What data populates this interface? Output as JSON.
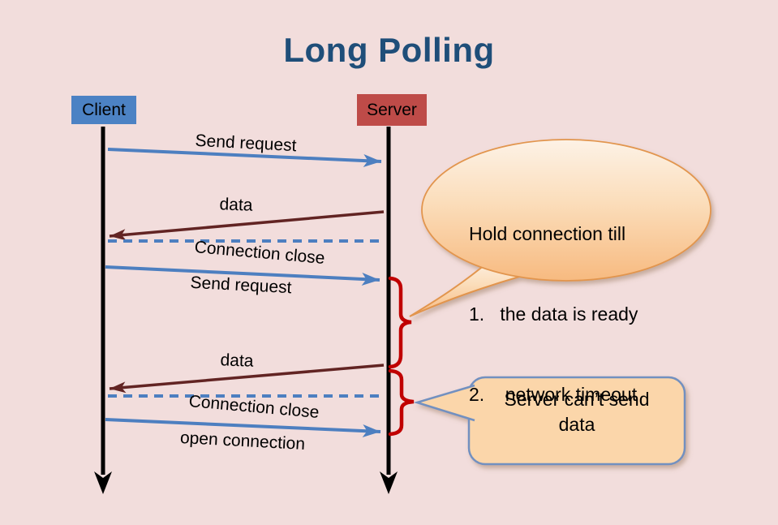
{
  "title": "Long Polling",
  "colors": {
    "background": "#F2DDDC",
    "title_text": "#1F4E79",
    "client_box": "#4C82C4",
    "server_box": "#BE4B48",
    "blue_arrow": "#4D7FC0",
    "dark_red_arrow": "#622423",
    "dashed_line": "#4D7FC0",
    "lifeline": "#000000",
    "brace": "#C00000",
    "callout_warm_top": "#FDF2E6",
    "callout_warm_bottom": "#F7BA80",
    "callout_warm_border": "#E2954E",
    "callout2_fill": "#FBD6AA",
    "callout2_border": "#7290C0",
    "label_text": "#000000"
  },
  "actors": {
    "client": "Client",
    "server": "Server"
  },
  "messages": {
    "send_request_1": "Send request",
    "data_1": "data",
    "connection_close_1": "Connection close",
    "send_request_2": "Send request",
    "data_2": "data",
    "connection_close_2": "Connection close",
    "open_connection": "open connection"
  },
  "callouts": {
    "hold_connection": {
      "line1": "Hold connection till",
      "line2": "1.   the data is ready",
      "line3": "2.    network timeout"
    },
    "server_cant_send": {
      "line1": "Server can’t send",
      "line2": "data"
    }
  }
}
